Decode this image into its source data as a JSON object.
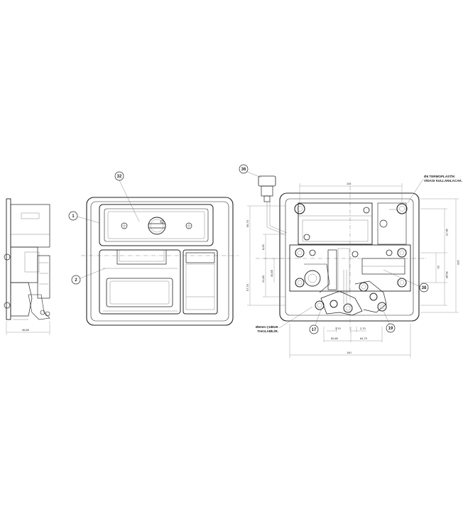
{
  "drawing": {
    "balloons": [
      {
        "id": "b32",
        "label": "32"
      },
      {
        "id": "b1",
        "label": "1"
      },
      {
        "id": "b2",
        "label": "2"
      },
      {
        "id": "b36",
        "label": "36"
      },
      {
        "id": "b38",
        "label": "38"
      },
      {
        "id": "b17",
        "label": "17"
      },
      {
        "id": "b19",
        "label": "19"
      }
    ],
    "notes": {
      "thermo_line1": "Ø6 TERMOPLASTİK",
      "thermo_line2": "VİDASI KULLANILACAK.",
      "tab_line1": "Ø6mm ÇUBUK",
      "tab_line2": "TAKILABİLİR."
    },
    "dimensions": {
      "side_width": "46,80",
      "top_inner": "116",
      "bottom_overall": "140",
      "right_height": "126",
      "right_mid1": "48,70",
      "right_mid2": "20",
      "right_mid3": "36,80",
      "left_a": "56,70",
      "left_b": "57,70",
      "left_c": "8,90",
      "left_d": "21,80",
      "left_e": "30,65",
      "bottom_a": "3,70",
      "bottom_b": "2,70",
      "bottom_c": "50,80",
      "bottom_d": "64,70"
    }
  }
}
